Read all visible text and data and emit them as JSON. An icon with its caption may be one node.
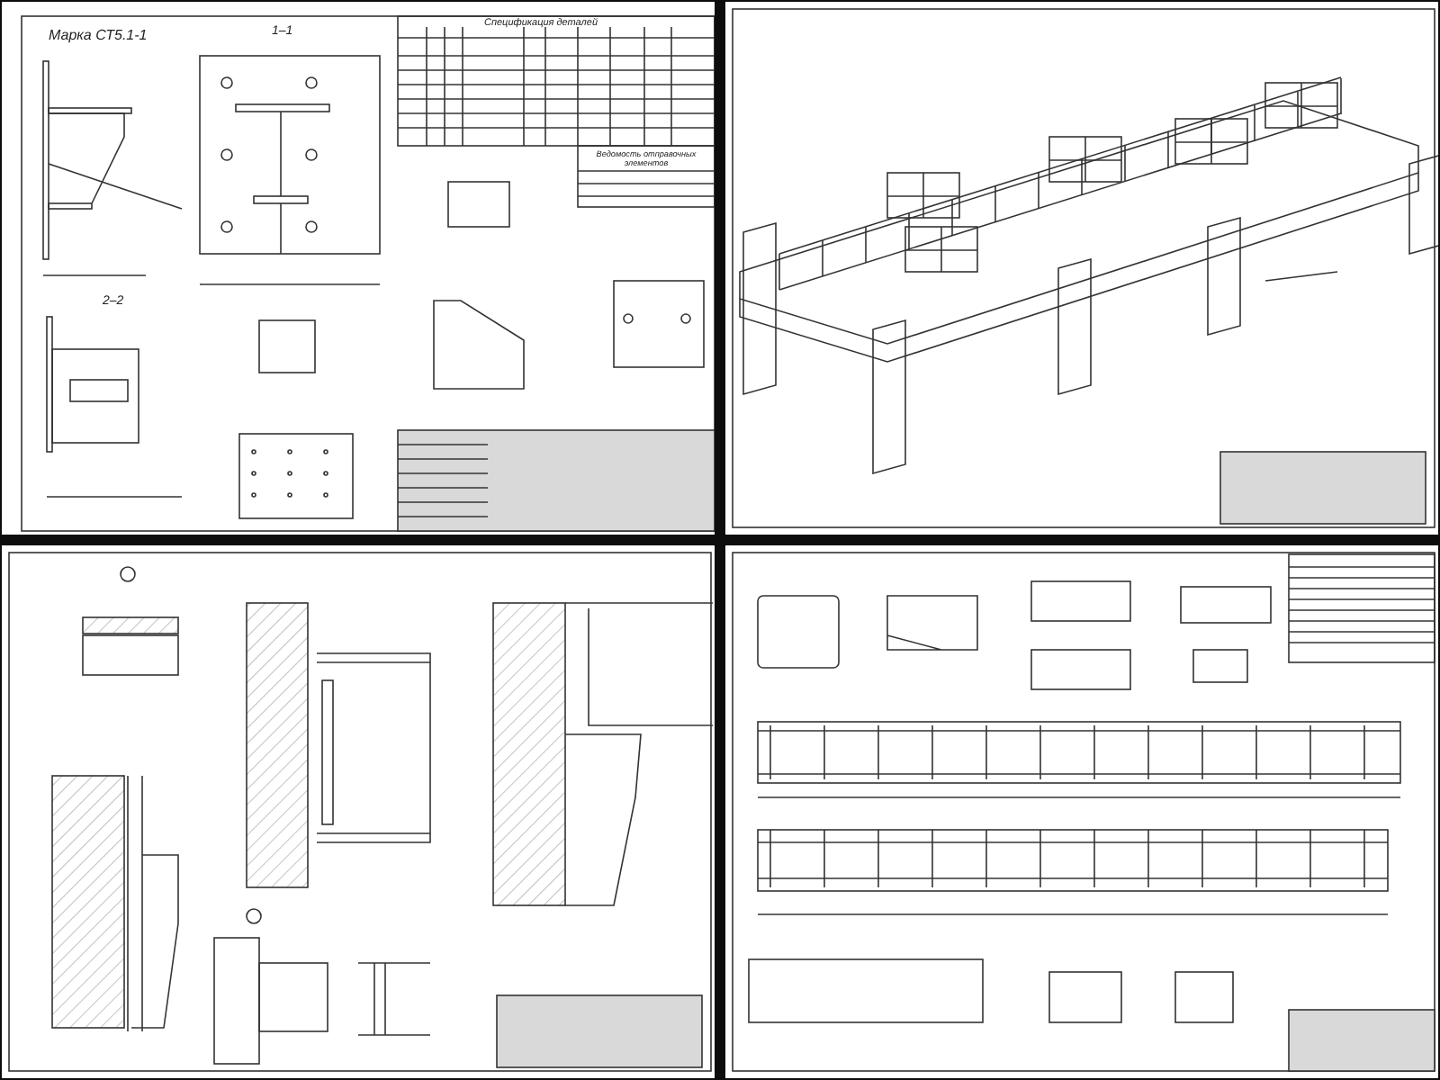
{
  "diagram": {
    "labels": [
      "Марка СТ5.1-1",
      "1–1",
      "2–2",
      "Спецификация деталей",
      "Ведомость отправочных элементов"
    ]
  }
}
